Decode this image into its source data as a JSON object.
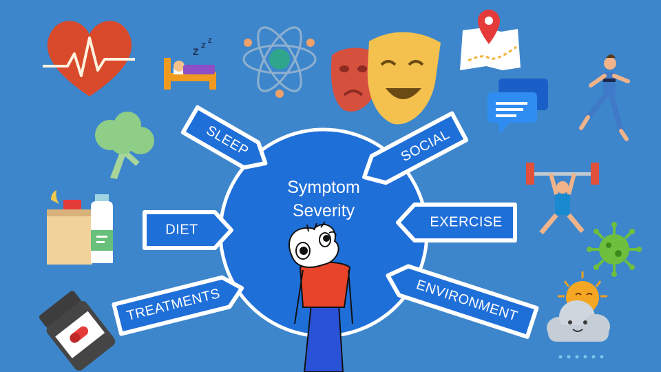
{
  "diagram": {
    "center": {
      "line1": "Symptom",
      "line2": "Severity"
    },
    "factors": [
      {
        "label": "SLEEP"
      },
      {
        "label": "DIET"
      },
      {
        "label": "TREATMENTS"
      },
      {
        "label": "SOCIAL"
      },
      {
        "label": "EXERCISE"
      },
      {
        "label": "ENVIRONMENT"
      }
    ]
  },
  "colors": {
    "background": "#3d86cc",
    "circle": "#1f6fd9",
    "tag_fill": "#1f6fd9",
    "tag_border": "#ffffff",
    "text": "#ffffff"
  },
  "icons": [
    "heart-pulse-icon",
    "sleeping-bed-icon",
    "atom-icon",
    "theater-masks-icon",
    "map-pin-icon",
    "chat-bubbles-icon",
    "runner-icon",
    "broccoli-icon",
    "grocery-bag-icon",
    "weightlifter-icon",
    "virus-icon",
    "medicine-bottle-icon",
    "sun-cloud-icon",
    "stick-figure-character"
  ]
}
